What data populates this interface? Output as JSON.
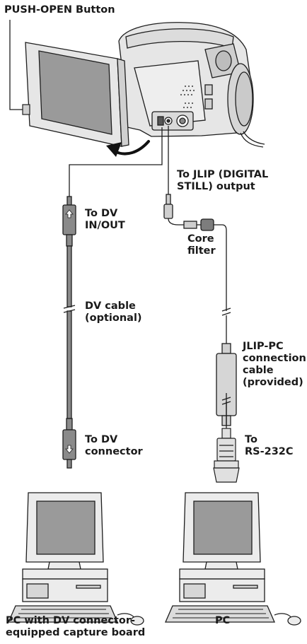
{
  "labels": {
    "push_open": "PUSH-OPEN Button",
    "jlip_output": [
      "To JLIP (DIGITAL",
      "STILL) output"
    ],
    "dv_in_out": [
      "To DV",
      "IN/OUT"
    ],
    "core_filter": [
      "Core",
      "filter"
    ],
    "dv_cable": [
      "DV cable",
      "(optional)"
    ],
    "jlip_pc_cable": [
      "JLIP-PC",
      "connection",
      "cable",
      "(provided)"
    ],
    "dv_connector": [
      "To DV",
      "connector"
    ],
    "rs232c": [
      "To",
      "RS-232C"
    ],
    "pc_dv": [
      "PC with DV connector-",
      "equipped capture board"
    ],
    "pc": "PC"
  },
  "colors": {
    "line": "#1e1e1e",
    "body_fill": "#e6e6e6",
    "screen_fill": "#9a9a9a",
    "cable_fill": "#8a8a8a",
    "core_filter": "#7d7d7d"
  }
}
